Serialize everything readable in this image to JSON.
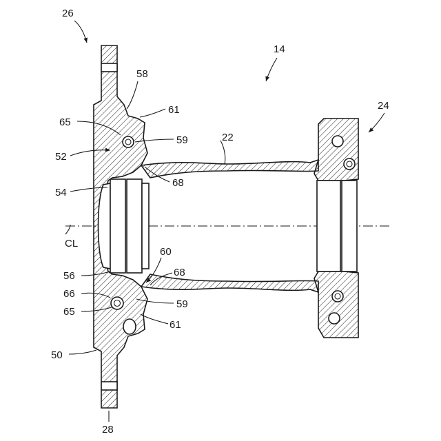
{
  "figure": {
    "assembly_number": "14",
    "labels": {
      "l26": "26",
      "l58": "58",
      "l61a": "61",
      "l65a": "65",
      "l59a": "59",
      "l52": "52",
      "l68a": "68",
      "l54": "54",
      "l22": "22",
      "l24": "24",
      "lCL": "CL",
      "l56": "56",
      "l60": "60",
      "l68b": "68",
      "l66": "66",
      "l65b": "65",
      "l59b": "59",
      "l61b": "61",
      "l50": "50",
      "l28": "28"
    }
  }
}
